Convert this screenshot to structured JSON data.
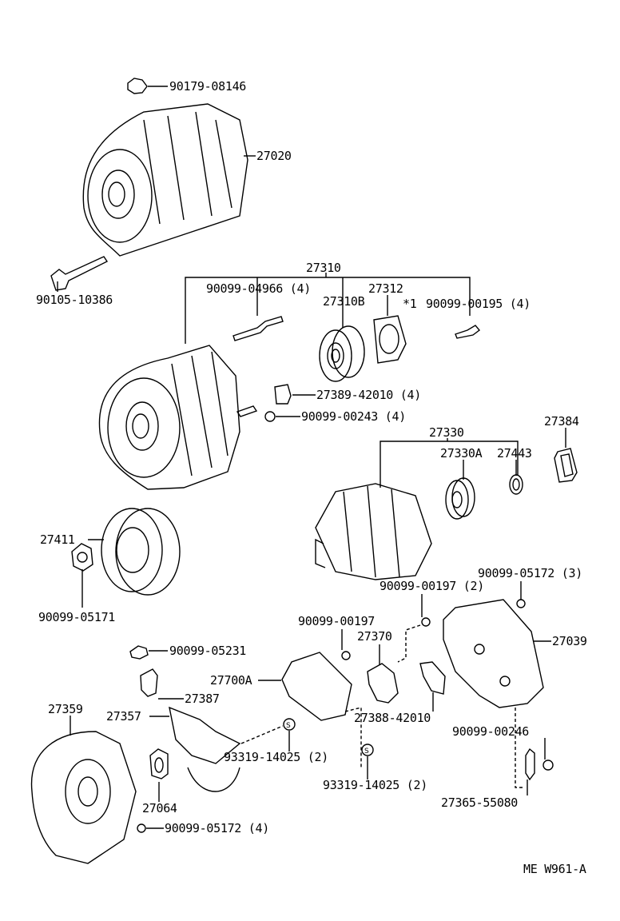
{
  "diagram_code": "ME W961-A",
  "labels": {
    "nut_top": "90179-08146",
    "alternator_assy": "27020",
    "through_bolt": "90105-10386",
    "drive_end_frame": "27310",
    "stud": "90099-04966 (4)",
    "bearing_front": "27310B",
    "retainer_plate": "27312",
    "note_mark": "*1",
    "retainer_screw": "90099-00195 (4)",
    "insulator": "27389-42010 (4)",
    "screw_243": "90099-00243 (4)",
    "bearing_cover": "27384",
    "rotor_assy": "27330",
    "bearing_rear": "27330A",
    "ring": "27443",
    "pulley": "27411",
    "pulley_nut": "90099-05171",
    "nut_05172_3": "90099-05172 (3)",
    "screw_197_2": "90099-00197 (2)",
    "screw_197": "90099-00197",
    "brush_holder": "27370",
    "rear_end_cover": "27039",
    "nut_05231": "90099-05231",
    "regulator": "27700A",
    "terminal_insulator": "27387",
    "rectifier_end_frame": "27359",
    "rectifier_holder": "27357",
    "insulator_rear": "27388-42010",
    "screw_246": "90099-00246",
    "screw_14025_a": "93319-14025 (2)",
    "screw_14025_b": "93319-14025 (2)",
    "washer": "27064",
    "terminal": "27365-55080",
    "nut_05172_4": "90099-05172 (4)"
  }
}
